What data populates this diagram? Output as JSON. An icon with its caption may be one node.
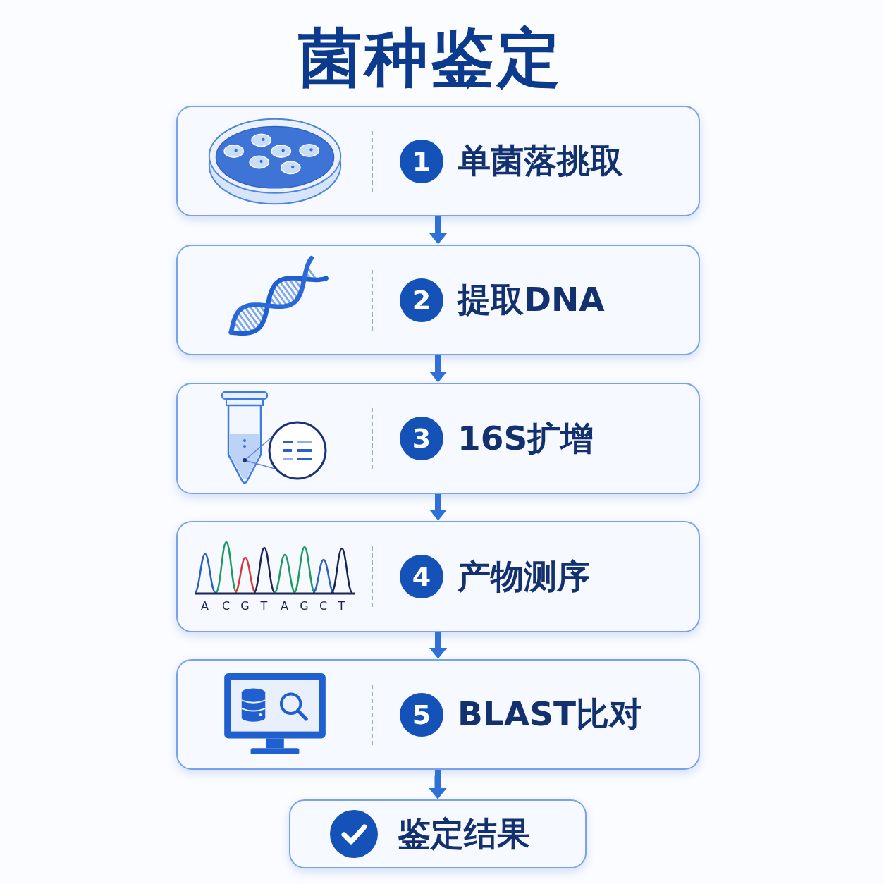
{
  "diagram": {
    "title": "菌种鉴定",
    "nodes": [
      {
        "text": [
          "1",
          "单菌落挑取"
        ]
      },
      {
        "text": [
          "2",
          "提取DNA"
        ]
      },
      {
        "text": [
          "3",
          "16S扩增"
        ]
      },
      {
        "text": [
          "4",
          "产物测序"
        ]
      },
      {
        "text": [
          "5",
          "BLAST比对"
        ]
      },
      {
        "text": [
          "鉴定结果"
        ]
      }
    ],
    "edges": [
      {
        "from": 0,
        "to": 1,
        "arrow": "to"
      },
      {
        "from": 1,
        "to": 2,
        "arrow": "to"
      },
      {
        "from": 2,
        "to": 3,
        "arrow": "to"
      },
      {
        "from": 3,
        "to": 4,
        "arrow": "to"
      },
      {
        "from": 4,
        "to": 5,
        "arrow": "to"
      }
    ],
    "labels": [
      "A",
      "C",
      "G",
      "T",
      "A",
      "G",
      "C",
      "T"
    ]
  }
}
